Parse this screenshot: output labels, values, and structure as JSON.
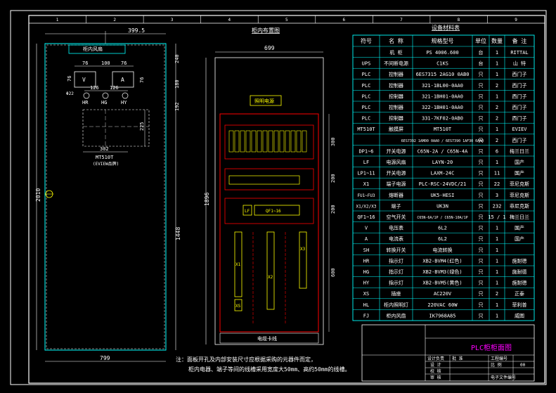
{
  "colors": {
    "background": "#000000",
    "frame": "#ffffff",
    "door_outline": "#00ffff",
    "cabinet": "#ff0000",
    "device": "#ffff00",
    "dimension": "#ffffff",
    "table_grid": "#00ffff",
    "text": "#ffffff",
    "title_magenta": "#ff00ff"
  },
  "border_zones": [
    "1",
    "2",
    "3",
    "4",
    "5",
    "6",
    "7",
    "8",
    "9"
  ],
  "door_view": {
    "label": "柜内风扇",
    "width_dim": "799",
    "height_dim": "2010",
    "hole_dim": "399.5",
    "dim_240": "240",
    "dim_180": "180",
    "dim_192": "192",
    "dim_1448": "1448",
    "dim_76a": "76",
    "dim_76b": "76",
    "dim_100": "100",
    "dim_126a": "126",
    "dim_126b": "126",
    "dim_phi22": "Φ22",
    "dim_225": "225",
    "dim_302": "302",
    "meter_v": "V",
    "meter_a": "A",
    "lamp_hr": "HR",
    "lamp_hg": "HG",
    "lamp_hy": "HY",
    "panel_model": "MT510T",
    "panel_brand": "(EVIEW品牌)"
  },
  "layout_view": {
    "title": "柜内布置图",
    "width_dim": "699",
    "height_dim": "1896",
    "lamp_label": "照明电源",
    "dim_300": "300",
    "dim_200a": "200",
    "dim_200b": "200",
    "dim_600": "600",
    "lf_label": "LF",
    "qf_label": "QF1~16",
    "x1": "X1",
    "x2": "X2",
    "x3": "X3",
    "xs": "XS",
    "bottom_label": "电缆卡线"
  },
  "note": {
    "line1": "注：面板开孔及内部安装尺寸应根据采购的元器件而定，",
    "line2": "柜内电器、端子等间的线槽采用宽度大50mm、高约50mm的线槽。"
  },
  "bom": {
    "title": "设备材料表",
    "headers": [
      "符号",
      "名  称",
      "规格型号",
      "单位",
      "数量",
      "备  注"
    ],
    "rows": [
      [
        "",
        "机  柜",
        "PS 4006.600",
        "台",
        "1",
        "RITTAL"
      ],
      [
        "UPS",
        "不间断电源",
        "C1KS",
        "台",
        "1",
        "山 特"
      ],
      [
        "PLC",
        "控制器",
        "6ES7315 2AG10 0AB0",
        "只",
        "1",
        "西门子"
      ],
      [
        "PLC",
        "控制器",
        "321-1BL00-0AA0",
        "只",
        "2",
        "西门子"
      ],
      [
        "PLC",
        "控制器",
        "321-1BH01-0AA0",
        "只",
        "1",
        "西门子"
      ],
      [
        "PLC",
        "控制器",
        "322-1BH01-0AA0",
        "只",
        "2",
        "西门子"
      ],
      [
        "PLC",
        "控制器",
        "331-7KF02-0AB0",
        "只",
        "2",
        "西门子"
      ],
      [
        "MT510T",
        "触摸屏",
        "MT510T",
        "只",
        "1",
        "EVIEV"
      ],
      [
        "",
        "",
        "6ES7392 1AM00 0AA0 / 6ES7390 1AF30 0AA0",
        "只",
        "2",
        "西门子"
      ],
      [
        "DP1~6",
        "开关电源",
        "C65N-2A / C65N-4A",
        "只",
        "6",
        "梅兰日兰"
      ],
      [
        "LF",
        "电源风扇",
        "LAYN-20",
        "只",
        "1",
        "国产"
      ],
      [
        "LP1~11",
        "开关电源",
        "LAXM-24C",
        "只",
        "11",
        "国产"
      ],
      [
        "X1",
        "端子电源",
        "PLC-RSC-24VDC/21",
        "只",
        "22",
        "菲尼克斯"
      ],
      [
        "FU1~FU3",
        "熔断器",
        "UK5-HESI",
        "只",
        "3",
        "菲尼克斯"
      ],
      [
        "X1/X2/X3",
        "端子",
        "UK3N",
        "只",
        "232",
        "菲尼克斯"
      ],
      [
        "QF1~16",
        "空气开关",
        "C65N-6A/1P / C65N-10A/1P",
        "只",
        "15 / 1",
        "梅兰日兰"
      ],
      [
        "V",
        "电压表",
        "6L2",
        "只",
        "1",
        "国产"
      ],
      [
        "A",
        "电流表",
        "6L2",
        "只",
        "1",
        "国产"
      ],
      [
        "SH",
        "转换开关",
        "电流转换",
        "只",
        "1",
        ""
      ],
      [
        "HR",
        "指示灯",
        "XB2-BVM4(红色)",
        "只",
        "1",
        "施耐德"
      ],
      [
        "HG",
        "指示灯",
        "XB2-BVM3(绿色)",
        "只",
        "1",
        "施耐德"
      ],
      [
        "HY",
        "指示灯",
        "XB2-BVM5(黄色)",
        "只",
        "1",
        "施耐德"
      ],
      [
        "XS",
        "插座",
        "AC220V",
        "只",
        "2",
        "正泰"
      ],
      [
        "HL",
        "柜内照明灯",
        "220VAC 60W",
        "只",
        "1",
        "菲利普"
      ],
      [
        "FJ",
        "柜内风扇",
        "IK7968A85",
        "只",
        "1",
        "威图"
      ]
    ]
  },
  "title_block": {
    "drawing_name": "PLC柜柜面图",
    "design": "设计负责",
    "project_label": "工程编号",
    "designer": "设 计",
    "checker": "校 核",
    "audit": "审 核",
    "ratio": "比 例",
    "sheet_label": "电子文件编号",
    "approval": "批 准",
    "page": "00"
  }
}
